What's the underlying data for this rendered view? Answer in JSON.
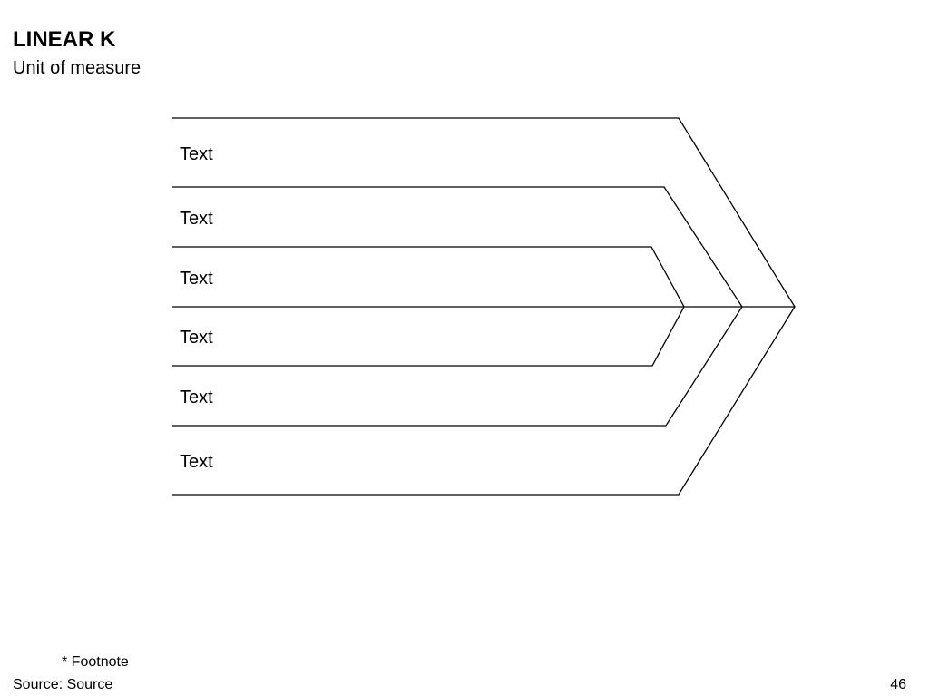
{
  "header": {
    "title": "LINEAR K",
    "subtitle": "Unit of measure"
  },
  "diagram": {
    "items": [
      {
        "label": "Text"
      },
      {
        "label": "Text"
      },
      {
        "label": "Text"
      },
      {
        "label": "Text"
      },
      {
        "label": "Text"
      },
      {
        "label": "Text"
      }
    ],
    "stroke_color": "#000000"
  },
  "footer": {
    "footnote": "* Footnote",
    "source": "Source: Source",
    "page_number": "46"
  }
}
